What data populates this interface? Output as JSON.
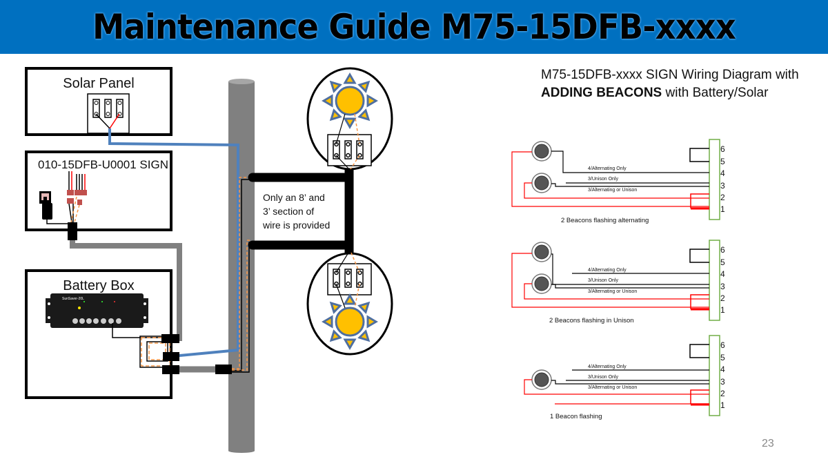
{
  "header": {
    "title": "Maintenance Guide M75-15DFB-xxxx",
    "background_color": "#0070c0"
  },
  "left_diagram": {
    "solar_panel_label": "Solar Panel",
    "sign_label": "010-15DFB-U0001 SIGN",
    "battery_box_label": "Battery Box",
    "charge_controller_label": "SunSaver-20L",
    "wire_note_lines": [
      "Only an 8’ and",
      "3’ section of",
      "wire is provided"
    ],
    "colors": {
      "pole": "#808080",
      "solar_wire": "#4f81bd",
      "orange_wire": "#f79646",
      "red_wire": "#ff0000",
      "beacon_sun": "#ffc000",
      "beacon_rays": "#4f6fa0"
    }
  },
  "right_diagram": {
    "title_part1": "M75-15DFB-xxxx SIGN Wiring Diagram with ",
    "title_bold": "ADDING BEACONS",
    "title_part2": " with Battery/Solar",
    "terminal_numbers": [
      "6",
      "5",
      "4",
      "3",
      "2",
      "1"
    ],
    "wire_labels": {
      "alt_only": "4/Alternating Only",
      "unison_only": "3/Unison Only",
      "alt_or_unison": "3/Alternating or Unison"
    },
    "configs": [
      {
        "caption": "2 Beacons flashing alternating"
      },
      {
        "caption": "2 Beacons flashing in Unison"
      },
      {
        "caption": "1 Beacon flashing"
      }
    ],
    "colors": {
      "terminal_block": "#70ad47",
      "red_wire": "#ff0000"
    }
  },
  "footer": {
    "page_number": "23"
  }
}
